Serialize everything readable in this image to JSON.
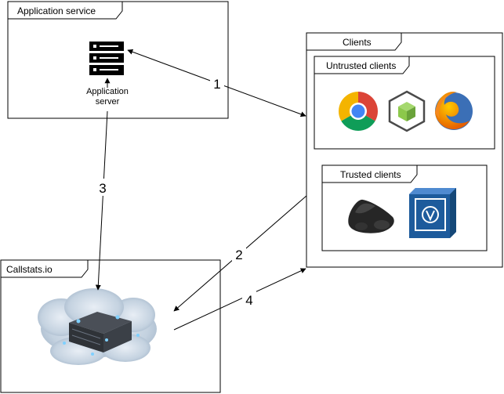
{
  "frames": {
    "app_service": {
      "title": "Application service"
    },
    "clients": {
      "title": "Clients"
    },
    "untrusted": {
      "title": "Untrusted clients"
    },
    "trusted": {
      "title": "Trusted clients"
    },
    "callstats": {
      "title": "Callstats.io"
    }
  },
  "server": {
    "label_line1": "Application",
    "label_line2": "server",
    "icon": "server-icon"
  },
  "untrusted_icons": [
    "chrome-icon",
    "node-cube-icon",
    "firefox-icon"
  ],
  "trusted_icons": [
    "conference-phone-icon",
    "vmware-vsphere-icon"
  ],
  "cloud": {
    "icon": "cloud-server-icon"
  },
  "edges": [
    {
      "label": "1",
      "from": "Application server",
      "to": "Clients"
    },
    {
      "label": "2",
      "from": "Clients",
      "to": "Callstats.io"
    },
    {
      "label": "3",
      "from": "Application server",
      "to": "Callstats.io"
    },
    {
      "label": "4",
      "from": "Callstats.io",
      "to": "Clients"
    }
  ],
  "colors": {
    "stroke": "#000000",
    "vmware_blue": "#1d5b9c",
    "chrome_red": "#db4437",
    "chrome_green": "#0f9d58",
    "chrome_yellow": "#f4b400",
    "chrome_blue": "#4285f4",
    "node_green": "#8cc84b",
    "firefox_orange": "#e66000"
  }
}
